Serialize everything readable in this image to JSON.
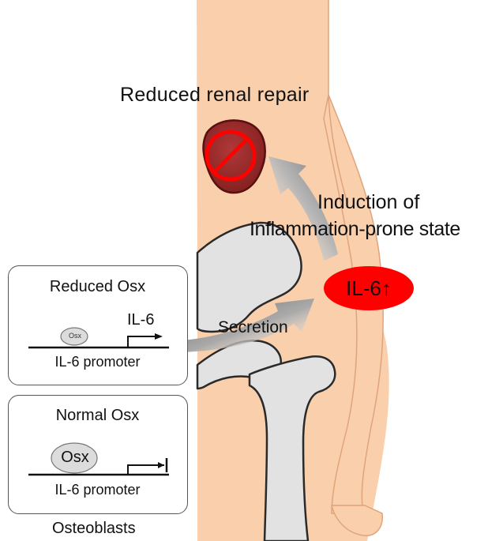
{
  "diagram": {
    "title": "Reduced renal repair",
    "induction_line1": "Induction of",
    "induction_line2": "Inflammation-prone state",
    "il6_badge": "IL-6↑",
    "secretion": "Secretion",
    "caption": "Osteoblasts",
    "reduced_box": {
      "title": "Reduced Osx",
      "osx_label": "Osx",
      "gene_label": "IL-6",
      "promoter_label": "IL-6 promoter"
    },
    "normal_box": {
      "title": "Normal Osx",
      "osx_label": "Osx",
      "promoter_label": "IL-6 promoter"
    }
  },
  "colors": {
    "skin": "#f9cfac",
    "skin_outline": "#e0a47c",
    "kidney": "#9b2a2a",
    "kidney_outline": "#5a1010",
    "prohibit": "#ff0000",
    "badge": "#ff0000",
    "bone": "#e2e2e2",
    "bone_outline": "#2a2a2a",
    "osx_fill": "#dcdcdc"
  }
}
